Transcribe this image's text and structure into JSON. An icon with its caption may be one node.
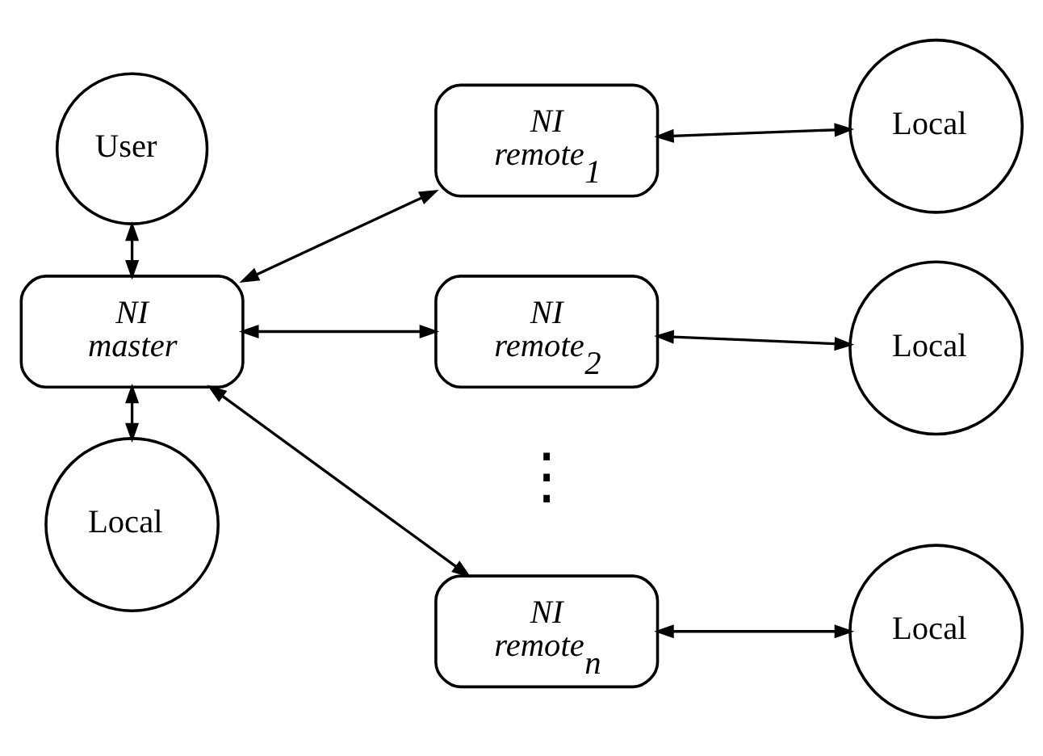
{
  "diagram": {
    "nodes": [
      {
        "text": [
          "User"
        ]
      },
      {
        "text": [
          "NI",
          "master"
        ]
      },
      {
        "text": [
          "Local"
        ]
      },
      {
        "text": [
          "NI",
          "remote$_{1}$"
        ]
      },
      {
        "text": [
          "Local"
        ]
      },
      {
        "text": [
          "NI",
          "remote$_{2}$"
        ]
      },
      {
        "text": [
          "Local"
        ]
      },
      {
        "text": [
          "NI",
          "remote$_{n}$"
        ]
      },
      {
        "text": [
          "Local"
        ]
      }
    ],
    "edges": [
      {
        "from": 0,
        "to": 1,
        "arrow": "both"
      },
      {
        "from": 1,
        "to": 2,
        "arrow": "both"
      },
      {
        "from": 1,
        "to": 3,
        "arrow": "both"
      },
      {
        "from": 1,
        "to": 5,
        "arrow": "both"
      },
      {
        "from": 1,
        "to": 7,
        "arrow": "both"
      },
      {
        "from": 3,
        "to": 4,
        "arrow": "both"
      },
      {
        "from": 5,
        "to": 6,
        "arrow": "both"
      },
      {
        "from": 7,
        "to": 8,
        "arrow": "both"
      }
    ],
    "labels": [
      "⋮"
    ]
  }
}
